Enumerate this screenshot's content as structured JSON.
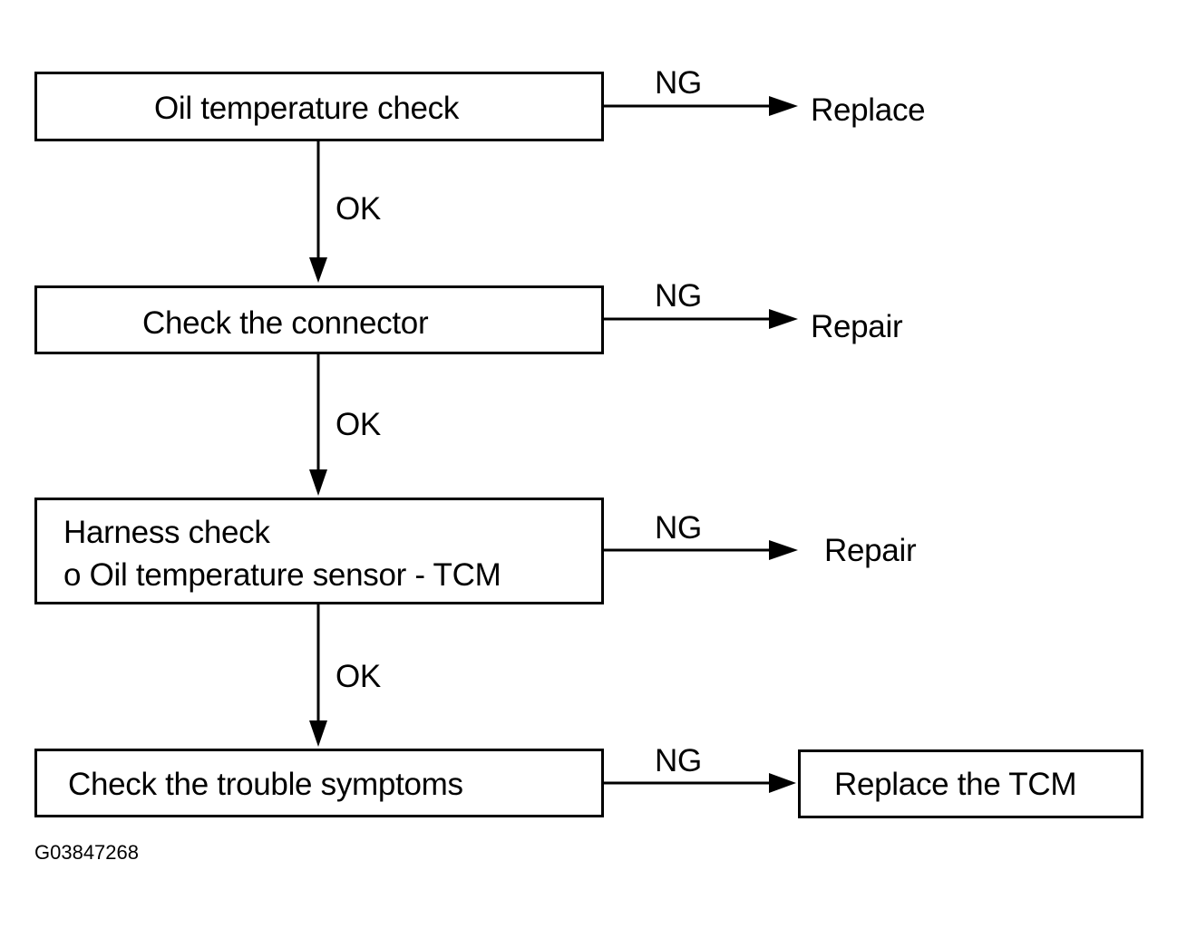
{
  "steps": [
    {
      "text": "Oil temperature check"
    },
    {
      "text": "Check the connector"
    },
    {
      "line1": "Harness check",
      "line2": "o Oil temperature sensor - TCM"
    },
    {
      "text": "Check the trouble symptoms"
    }
  ],
  "ng_label": "NG",
  "ok_label": "OK",
  "outcomes": [
    "Replace",
    "Repair",
    "Repair",
    "Replace the TCM"
  ],
  "figure_code": "G03847268"
}
